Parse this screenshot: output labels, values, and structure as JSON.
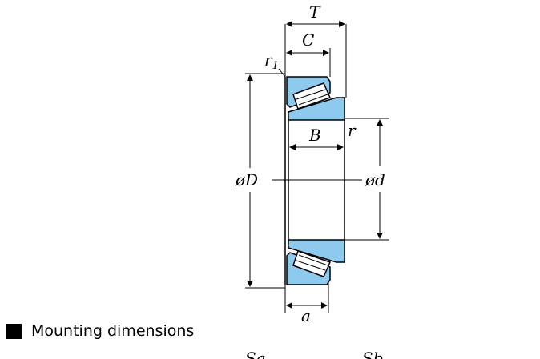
{
  "diagram": {
    "labels": {
      "T": "T",
      "C": "C",
      "r1": "r",
      "r1_sub": "1",
      "B": "B",
      "r": "r",
      "D": "øD",
      "d": "ød",
      "a": "a"
    },
    "colors": {
      "ring_fill": "#8ec9ee",
      "line": "#000000",
      "background": "#ffffff"
    }
  },
  "section": {
    "heading": "Mounting dimensions",
    "sub_labels": [
      "Sa",
      "Sb"
    ]
  }
}
